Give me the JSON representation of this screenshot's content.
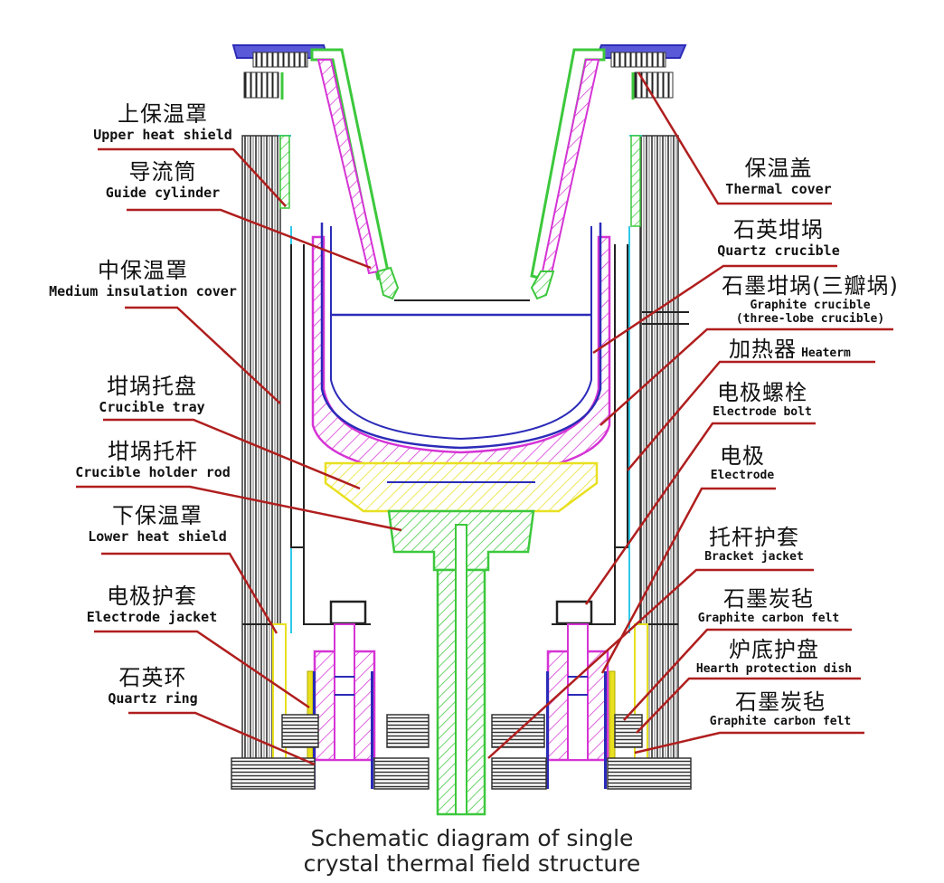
{
  "labels": {
    "upper_heat_shield": {
      "zh": "上保温罩",
      "en": "Upper heat shield"
    },
    "guide_cylinder": {
      "zh": "导流筒",
      "en": "Guide cylinder"
    },
    "medium_insulation_cover": {
      "zh": "中保温罩",
      "en": "Medium insulation cover"
    },
    "crucible_tray": {
      "zh": "坩埚托盘",
      "en": "Crucible tray"
    },
    "crucible_holder_rod": {
      "zh": "坩埚托杆",
      "en": "Crucible holder rod"
    },
    "lower_heat_shield": {
      "zh": "下保温罩",
      "en": "Lower heat shield"
    },
    "electrode_jacket": {
      "zh": "电极护套",
      "en": "Electrode jacket"
    },
    "quartz_ring": {
      "zh": "石英环",
      "en": "Quartz ring"
    },
    "thermal_cover": {
      "zh": "保温盖",
      "en": "Thermal cover"
    },
    "quartz_crucible": {
      "zh": "石英坩埚",
      "en": "Quartz crucible"
    },
    "graphite_crucible": {
      "zh": "石墨坩埚(三瓣埚)",
      "en1": "Graphite crucible",
      "en2": "(three-lobe crucible)"
    },
    "heater": {
      "zh": "加热器",
      "en": "Heaterm"
    },
    "electrode_bolt": {
      "zh": "电极螺栓",
      "en": "Electrode bolt"
    },
    "electrode": {
      "zh": "电极",
      "en": "Electrode"
    },
    "bracket_jacket": {
      "zh": "托杆护套",
      "en": "Bracket jacket"
    },
    "graphite_carbon_felt_1": {
      "zh": "石墨炭毡",
      "en": "Graphite carbon felt"
    },
    "hearth_protection_dish": {
      "zh": "炉底护盘",
      "en": "Hearth protection dish"
    },
    "graphite_carbon_felt_2": {
      "zh": "石墨炭毡",
      "en": "Graphite carbon felt"
    }
  },
  "caption": {
    "line1": "Schematic diagram of single",
    "line2": "crystal thermal field structure"
  },
  "colors": {
    "leader": "#b01e1e",
    "magenta": "#d534d5",
    "blue": "#2b2bb8",
    "green": "#3cc83c",
    "yellow": "#e8e020",
    "cyan": "#30c8e8",
    "dark": "#222222"
  }
}
